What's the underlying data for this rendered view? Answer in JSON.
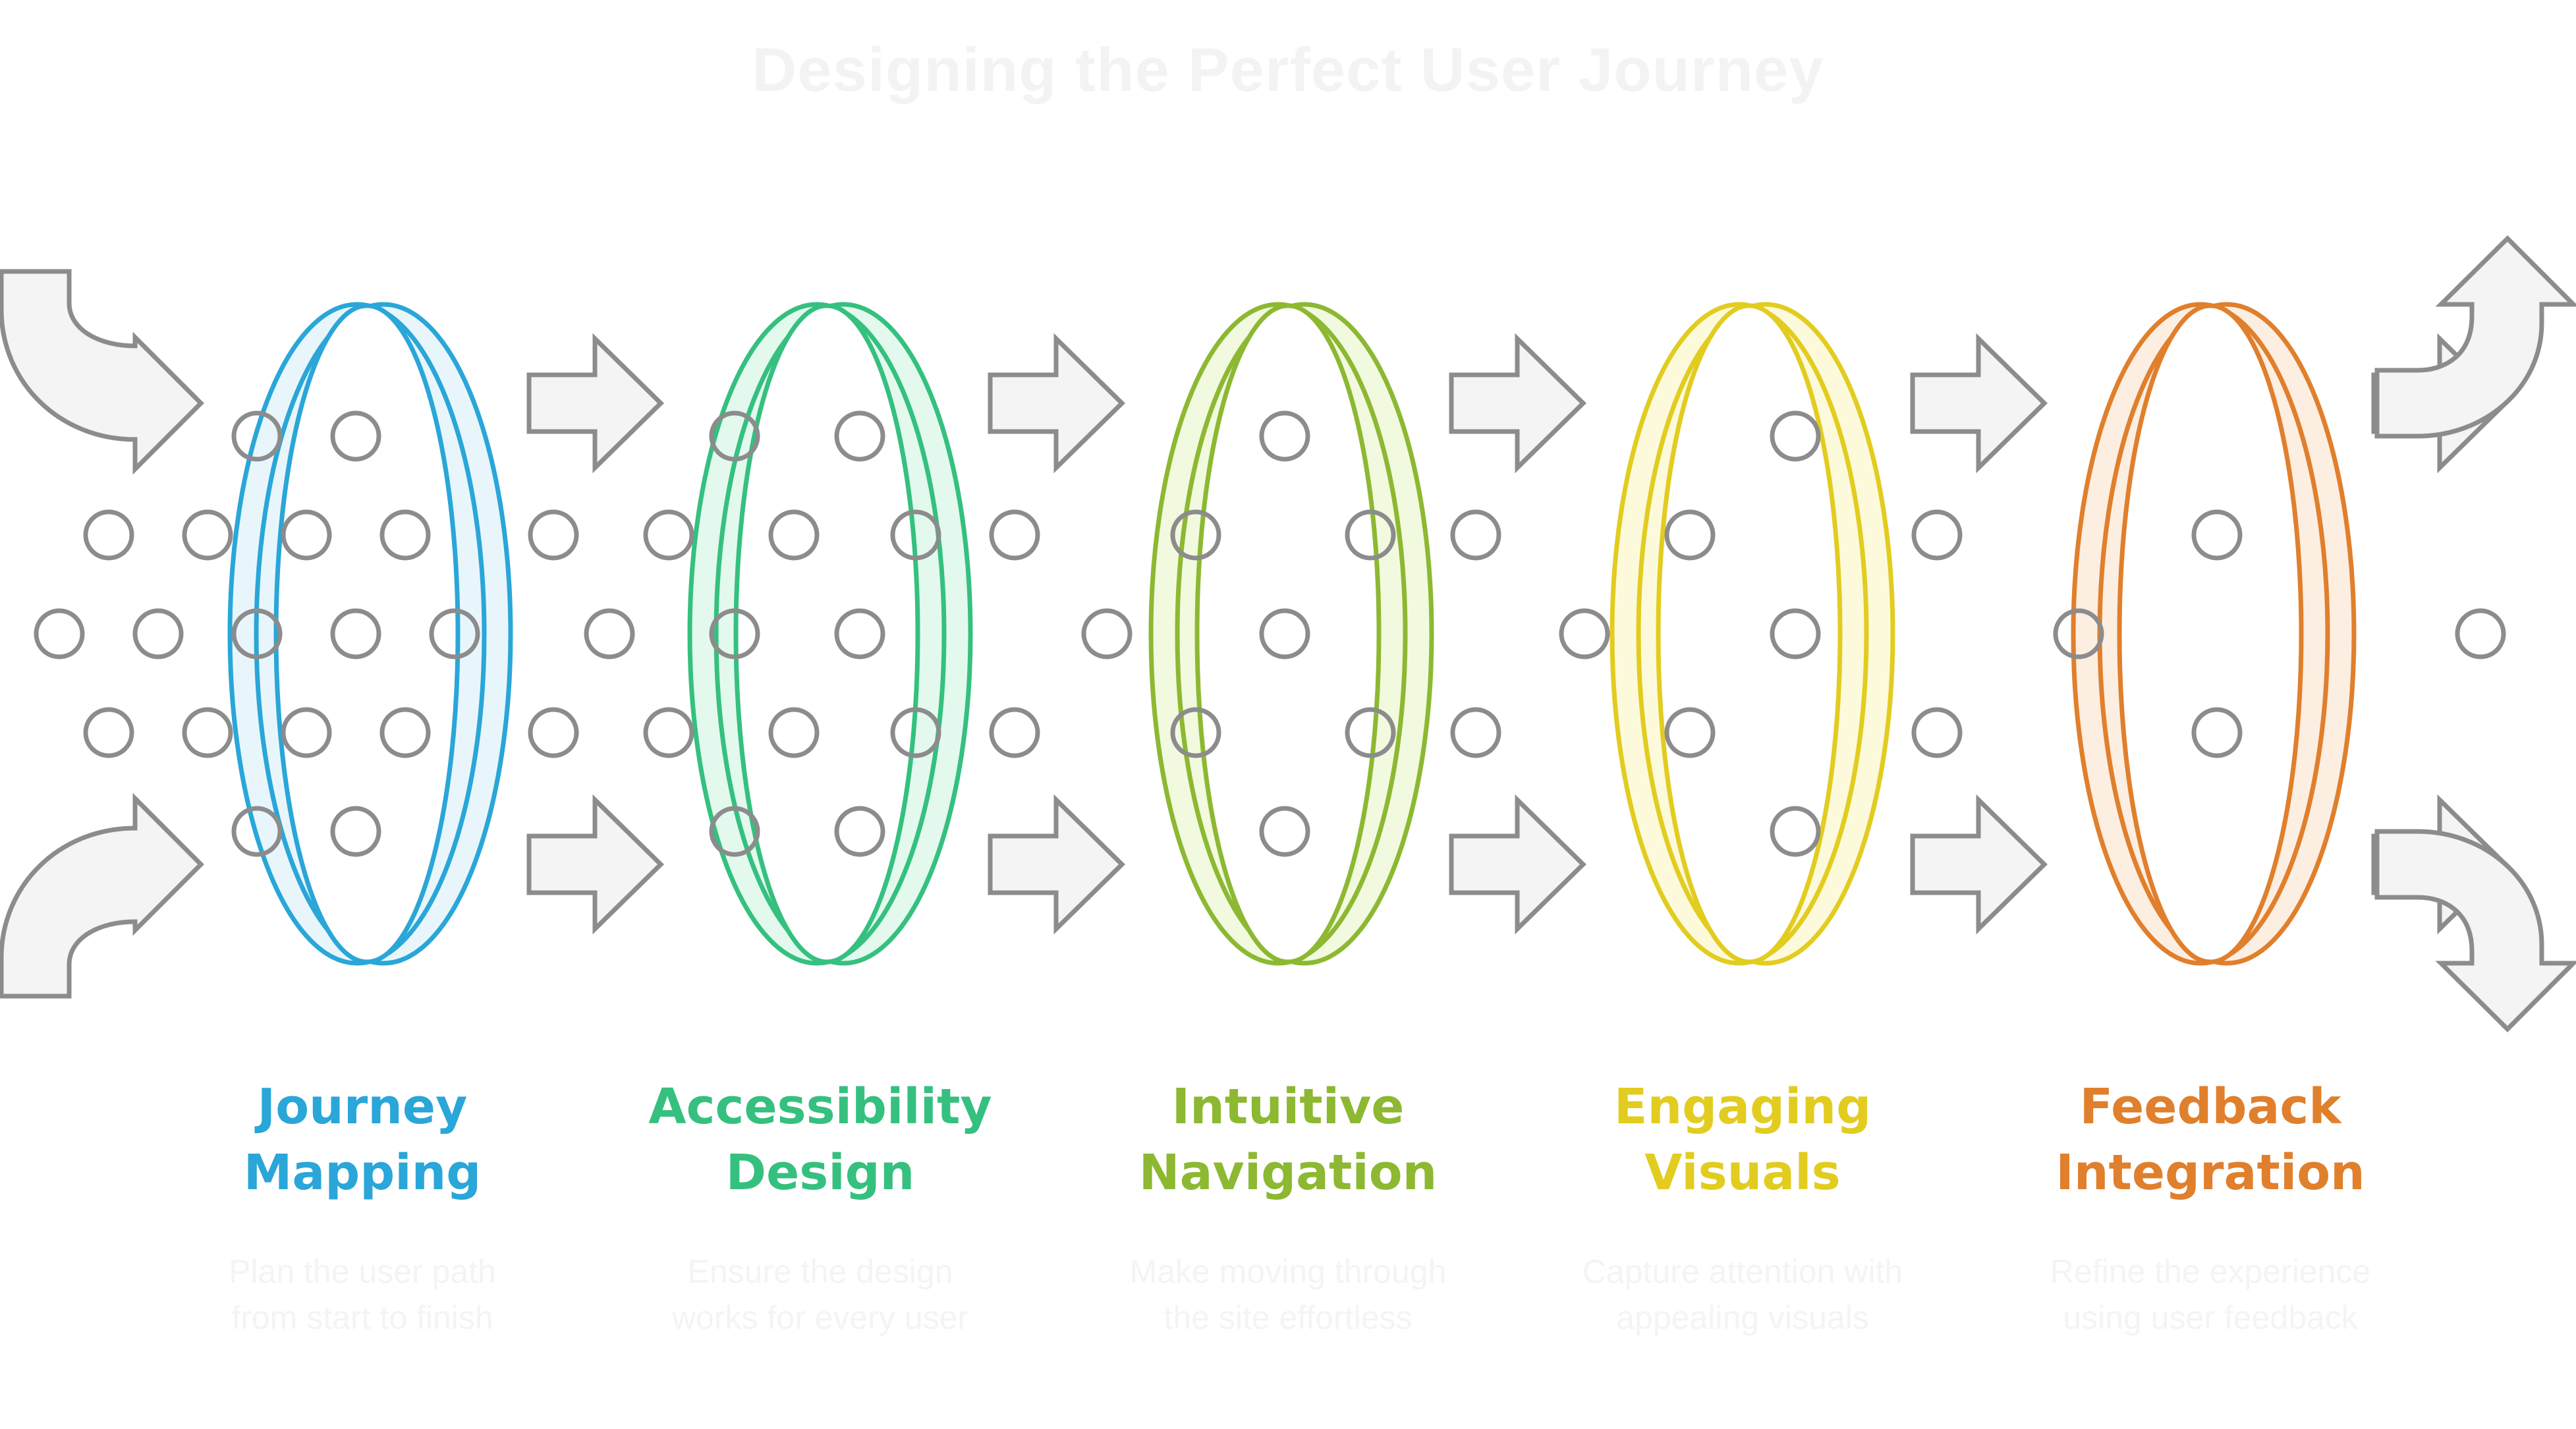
{
  "title": "Designing the Perfect User Journey",
  "stages": [
    {
      "id": "journey-mapping",
      "line1": "Journey",
      "line2": "Mapping",
      "color": "#2aa6d8",
      "fill": "#e8f6fc",
      "description": "Plan the user path from start to finish"
    },
    {
      "id": "accessibility-design",
      "line1": "Accessibility",
      "line2": "Design",
      "color": "#35c07f",
      "fill": "#e3f9ee",
      "description": "Ensure the design works for every user"
    },
    {
      "id": "intuitive-navigation",
      "line1": "Intuitive",
      "line2": "Navigation",
      "color": "#8db832",
      "fill": "#f1fadf",
      "description": "Make moving through the site effortless"
    },
    {
      "id": "engaging-visuals",
      "line1": "Engaging",
      "line2": "Visuals",
      "color": "#e2cc1f",
      "fill": "#fdfadc",
      "description": "Capture attention with appealing visuals"
    },
    {
      "id": "feedback-integration",
      "line1": "Feedback",
      "line2": "Integration",
      "color": "#e07f2c",
      "fill": "#fdeee2",
      "description": "Refine the experience using user feedback"
    }
  ],
  "styles": {
    "arrow_fill": "#f4f4f4",
    "arrow_stroke": "#8c8c8c",
    "dot_stroke": "#8c8c8c"
  }
}
